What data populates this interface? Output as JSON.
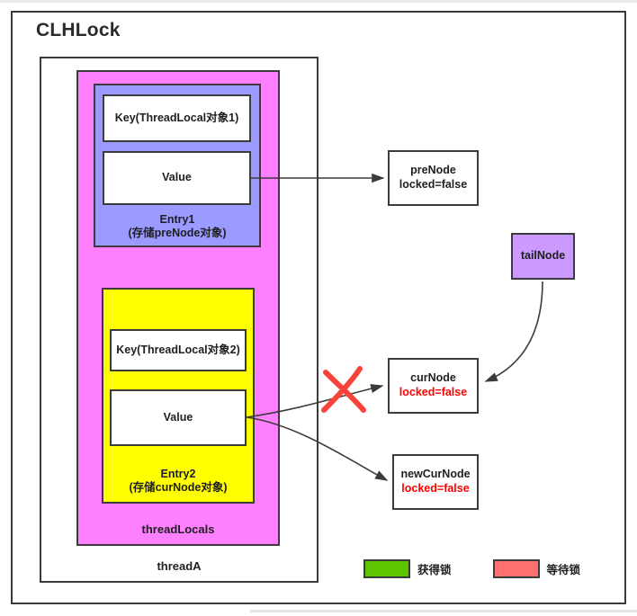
{
  "diagram": {
    "title": "CLHLock",
    "containers": {
      "thread": "threadA",
      "thread_locals": "threadLocals"
    },
    "entry1": {
      "key": "Key(ThreadLocal对象1)",
      "value": "Value",
      "caption_line1": "Entry1",
      "caption_line2": "(存储preNode对象)",
      "fill": "#9a9aff"
    },
    "entry2": {
      "key": "Key(ThreadLocal对象2)",
      "value": "Value",
      "caption_line1": "Entry2",
      "caption_line2": "(存储curNode对象)",
      "fill": "#ffff00"
    },
    "nodes": {
      "pre": {
        "name": "preNode",
        "state": "locked=false",
        "state_color": "#1f1f1f",
        "fill": "#ffffff"
      },
      "cur": {
        "name": "curNode",
        "state": "locked=false",
        "state_color": "#ff0000",
        "fill": "#ffffff"
      },
      "new_cur": {
        "name": "newCurNode",
        "state": "locked=false",
        "state_color": "#ff0000",
        "fill": "#ffffff"
      },
      "tail": {
        "name": "tailNode",
        "fill": "#cc99ff"
      }
    },
    "markers": {
      "cross": "red-cross-icon"
    },
    "legend": [
      {
        "label": "获得锁",
        "color": "#5fc400"
      },
      {
        "label": "等待锁",
        "color": "#ff7070"
      }
    ],
    "colors": {
      "thread_locals_fill": "#ff80ff",
      "stroke": "#3b3b3b",
      "cross": "#f9423a"
    }
  }
}
